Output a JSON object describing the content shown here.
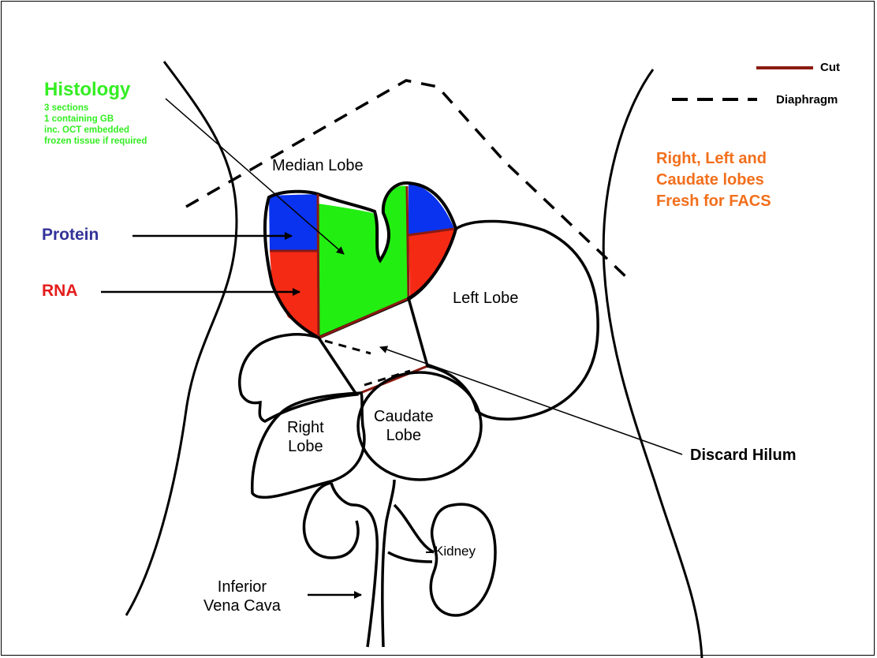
{
  "colors": {
    "histology": "#22ee11",
    "protein": "#0a33f0",
    "rna": "#f52a15",
    "cut": "#8a1a12",
    "facs": "#f26f1c",
    "protein_label": "#333399",
    "rna_label": "#e51c1c",
    "histology_label": "#33ee22"
  },
  "legend": {
    "cut_label": "Cut",
    "diaphragm_label": "Diaphragm"
  },
  "histology": {
    "title": "Histology",
    "notes": [
      "3 sections",
      "1 containing GB",
      "inc. OCT embedded",
      "frozen tissue if required"
    ]
  },
  "labels": {
    "protein": "Protein",
    "rna": "RNA",
    "median_lobe": "Median Lobe",
    "left_lobe": "Left Lobe",
    "right_lobe": [
      "Right",
      "Lobe"
    ],
    "caudate_lobe": [
      "Caudate",
      "Lobe"
    ],
    "kidney": "Kidney",
    "ivc": [
      "Inferior",
      "Vena Cava"
    ],
    "discard_hilum": "Discard Hilum",
    "facs_note": [
      "Right, Left and",
      "Caudate lobes",
      "Fresh for FACS"
    ]
  }
}
